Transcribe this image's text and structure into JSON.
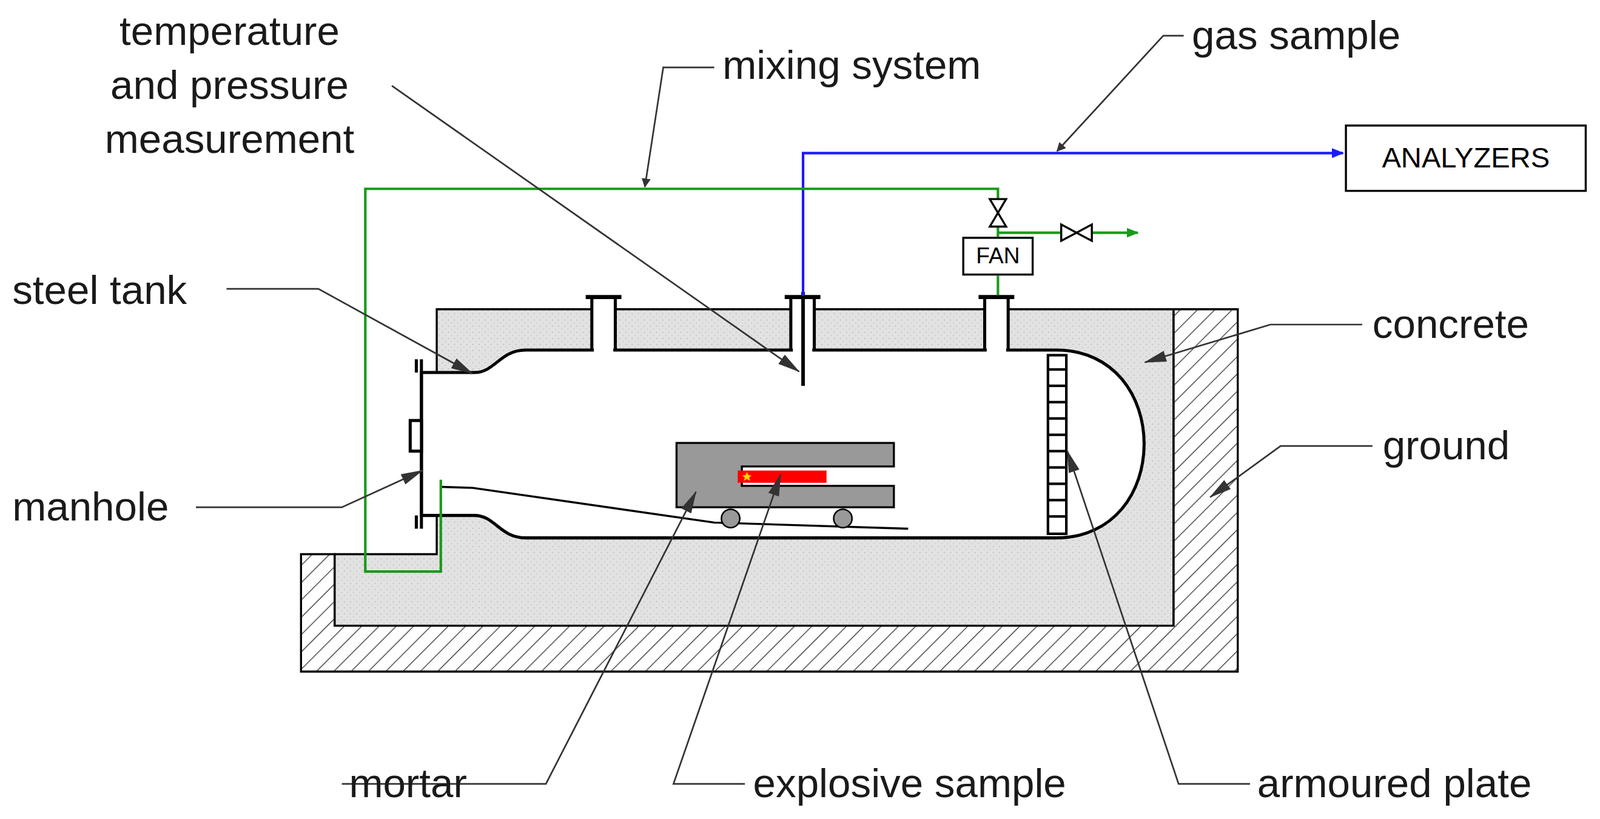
{
  "diagram": {
    "nodes": [
      {
        "text": [
          "ANALYZERS"
        ]
      },
      {
        "text": [
          "FAN"
        ]
      }
    ],
    "labels": [
      "temperature and pressure measurement",
      "mixing system",
      "gas sample",
      "steel tank",
      "concrete",
      "ground",
      "manhole",
      "mortar",
      "explosive sample",
      "armoured plate"
    ]
  }
}
